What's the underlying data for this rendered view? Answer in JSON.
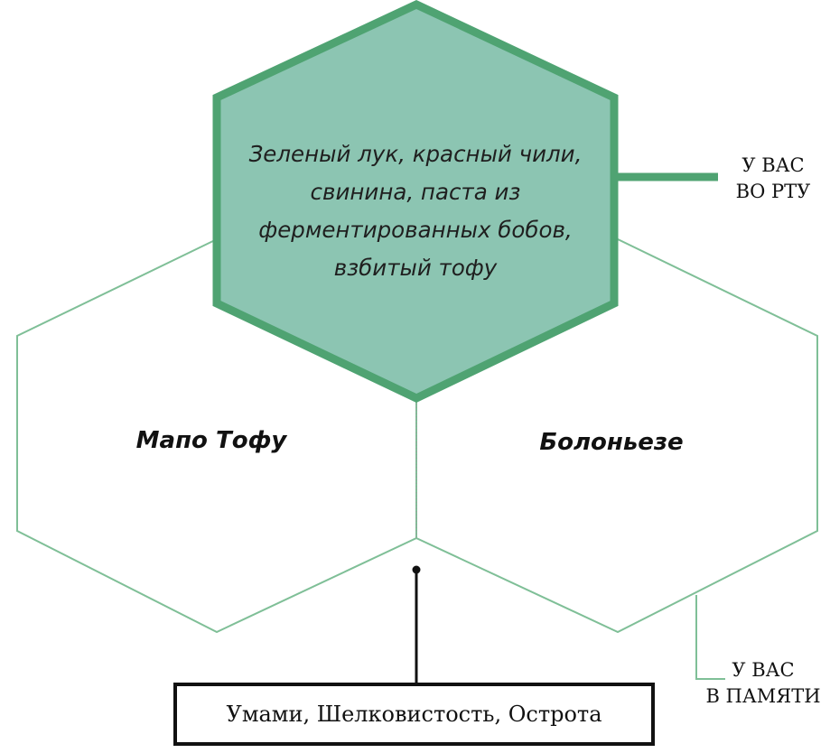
{
  "diagram": {
    "center": {
      "lines": [
        "Зеленый лук, красный чили,",
        "свинина, паста из",
        "ферментированных бобов,",
        "взбитый тофу"
      ]
    },
    "left_label": "Мапо Тофу",
    "right_label": "Болоньезе",
    "mouth_label": [
      "У ВАС",
      "ВО РТУ"
    ],
    "memory_label": [
      "У ВАС",
      "В ПАМЯТИ"
    ],
    "bottom_box": "Умами, Шелковистость, Острота"
  },
  "colors": {
    "center_fill": "#8cc5b2",
    "center_stroke": "#4fa372",
    "outline_stroke": "#7fbf97",
    "connector": "#4fa372",
    "text": "#111111"
  }
}
